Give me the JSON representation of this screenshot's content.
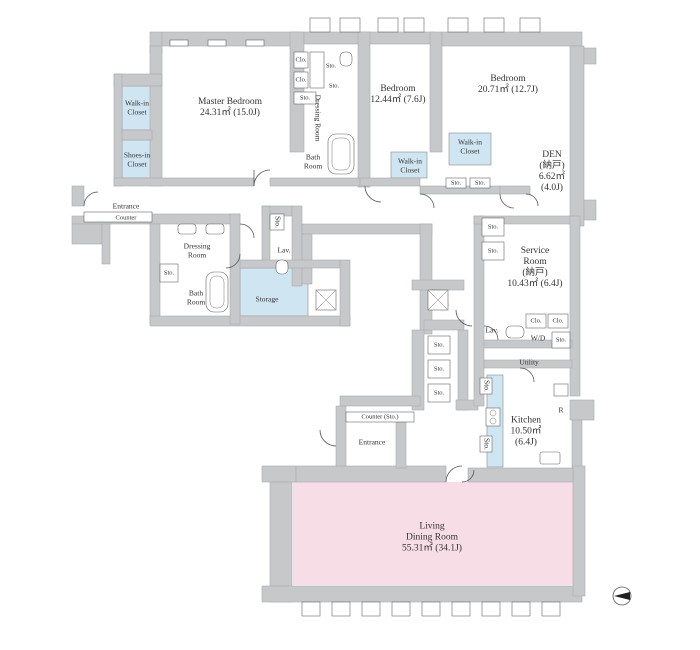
{
  "rooms": {
    "master_bedroom": {
      "name": "Master Bedroom",
      "area": "24.31㎡ (15.0J)"
    },
    "bedroom_1": {
      "name": "Bedroom",
      "area": "12.44㎡ (7.6J)"
    },
    "bedroom_2": {
      "name": "Bedroom",
      "area": "20.71㎡ (12.7J)"
    },
    "den": {
      "name": "DEN",
      "sub": "(納戸)",
      "area": "6.62㎡",
      "area_j": "(4.0J)"
    },
    "service_room": {
      "name": "Service",
      "name2": "Room",
      "sub": "(納戸)",
      "area": "10.43㎡ (6.4J)"
    },
    "kitchen": {
      "name": "Kitchen",
      "area": "10.50㎡",
      "area_j": "(6.4J)"
    },
    "living": {
      "name": "Living",
      "name2": "Dining Room",
      "area": "55.31㎡ (34.1J)"
    },
    "walkin_1": {
      "l1": "Walk-in",
      "l2": "Closet"
    },
    "shoes_in": {
      "l1": "Shoes-in",
      "l2": "Closet"
    },
    "walkin_2": {
      "l1": "Walk-in",
      "l2": "Closet"
    },
    "walkin_3": {
      "l1": "Walk-in",
      "l2": "Closet"
    },
    "dressing_room_v": "Dressing Room",
    "bath_room_1": {
      "l1": "Bath",
      "l2": "Room"
    },
    "dressing_room_2": {
      "l1": "Dressing",
      "l2": "Room"
    },
    "bath_room_2": {
      "l1": "Bath",
      "l2": "Room"
    },
    "storage": "Storage",
    "entrance_1": "Entrance",
    "counter_1": "Counter",
    "entrance_2": "Entrance",
    "counter_2": "Counter (Sto.)",
    "utility": "Utility",
    "lav_1": "Lav.",
    "lav_2": "Lav.",
    "wd": "W/D",
    "refrigerator": "R",
    "clo": "Clo.",
    "sto": "Sto."
  },
  "colors": {
    "wall": "#c6c8ca",
    "wall_edge": "#a9abad",
    "line": "#555555",
    "closet": "#cfe6f2",
    "living_fill": "#f7dde6"
  },
  "icons": {
    "north_arrow": "compass-north-icon"
  }
}
